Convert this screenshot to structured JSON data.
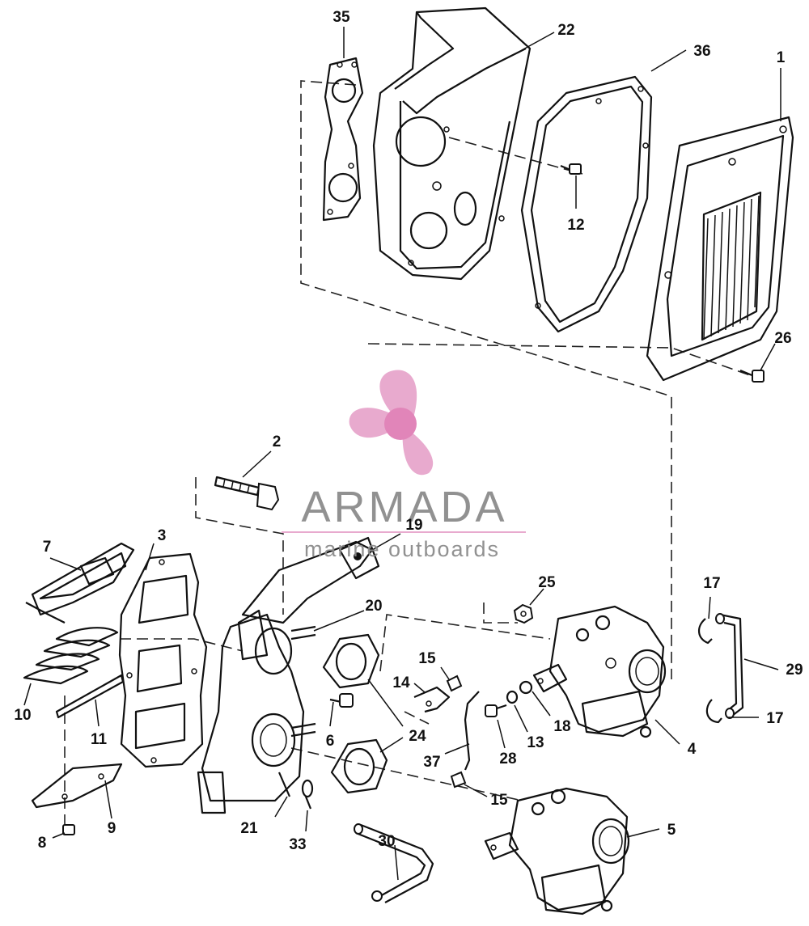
{
  "watermark": {
    "brand": "ARMADA",
    "tagline": "marine outboards",
    "colors": {
      "propeller": "#e7a6cc",
      "hub": "#e07fb6",
      "text": "#8c8c8c",
      "rule": "#e7a6cc"
    }
  },
  "callouts": [
    {
      "id": "c1",
      "text": "1"
    },
    {
      "id": "c2",
      "text": "2"
    },
    {
      "id": "c3",
      "text": "3"
    },
    {
      "id": "c4",
      "text": "4"
    },
    {
      "id": "c5",
      "text": "5"
    },
    {
      "id": "c6",
      "text": "6"
    },
    {
      "id": "c7",
      "text": "7"
    },
    {
      "id": "c8",
      "text": "8"
    },
    {
      "id": "c9",
      "text": "9"
    },
    {
      "id": "c10",
      "text": "10"
    },
    {
      "id": "c11",
      "text": "11"
    },
    {
      "id": "c12",
      "text": "12"
    },
    {
      "id": "c13",
      "text": "13"
    },
    {
      "id": "c14",
      "text": "14"
    },
    {
      "id": "c15a",
      "text": "15"
    },
    {
      "id": "c15b",
      "text": "15"
    },
    {
      "id": "c17a",
      "text": "17"
    },
    {
      "id": "c17b",
      "text": "17"
    },
    {
      "id": "c18",
      "text": "18"
    },
    {
      "id": "c19",
      "text": "19"
    },
    {
      "id": "c20",
      "text": "20"
    },
    {
      "id": "c21",
      "text": "21"
    },
    {
      "id": "c22",
      "text": "22"
    },
    {
      "id": "c24",
      "text": "24"
    },
    {
      "id": "c25",
      "text": "25"
    },
    {
      "id": "c26",
      "text": "26"
    },
    {
      "id": "c28",
      "text": "28"
    },
    {
      "id": "c29",
      "text": "29"
    },
    {
      "id": "c30",
      "text": "30"
    },
    {
      "id": "c33",
      "text": "33"
    },
    {
      "id": "c35",
      "text": "35"
    },
    {
      "id": "c36",
      "text": "36"
    },
    {
      "id": "c37",
      "text": "37"
    }
  ]
}
